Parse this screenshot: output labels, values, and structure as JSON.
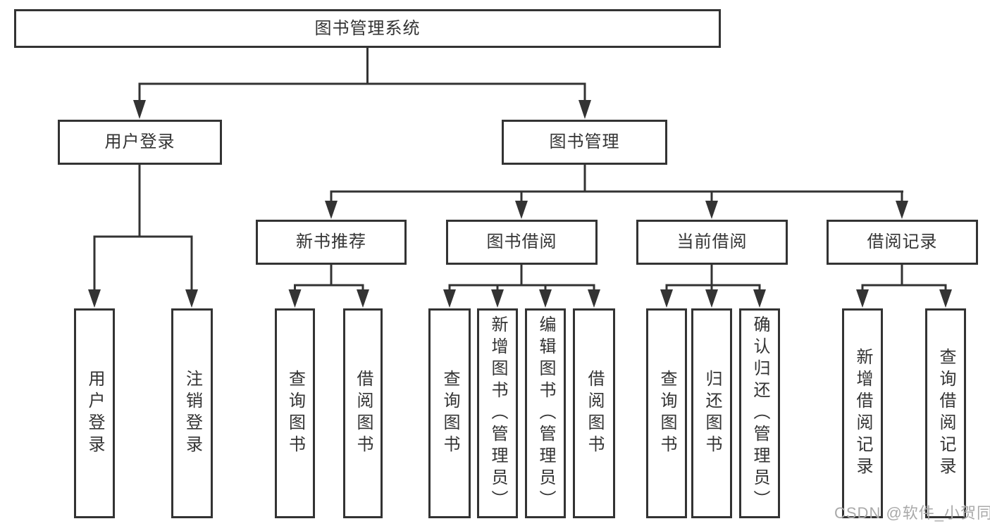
{
  "diagram": {
    "title": "图书管理系统",
    "tree": {
      "label": "图书管理系统",
      "children": [
        {
          "label": "用户登录",
          "children": [
            {
              "label": "用户登录"
            },
            {
              "label": "注销登录"
            }
          ]
        },
        {
          "label": "图书管理",
          "children": [
            {
              "label": "新书推荐",
              "children": [
                {
                  "label": "查询图书"
                },
                {
                  "label": "借阅图书"
                }
              ]
            },
            {
              "label": "图书借阅",
              "children": [
                {
                  "label": "查询图书"
                },
                {
                  "label": "新增图书（管理员）"
                },
                {
                  "label": "编辑图书（管理员）"
                },
                {
                  "label": "借阅图书"
                }
              ]
            },
            {
              "label": "当前借阅",
              "children": [
                {
                  "label": "查询图书"
                },
                {
                  "label": "归还图书"
                },
                {
                  "label": "确认归还（管理员）"
                }
              ]
            },
            {
              "label": "借阅记录",
              "children": [
                {
                  "label": "新增借阅记录"
                },
                {
                  "label": "查询借阅记录"
                }
              ]
            }
          ]
        }
      ]
    },
    "colors": {
      "line": "#333333",
      "box_border": "#333333",
      "box_fill": "#ffffff",
      "text": "#333333",
      "watermark": "#a9a9a9",
      "background": "#ffffff"
    }
  },
  "watermark": {
    "text": "CSDN @软件_小贺同学"
  }
}
